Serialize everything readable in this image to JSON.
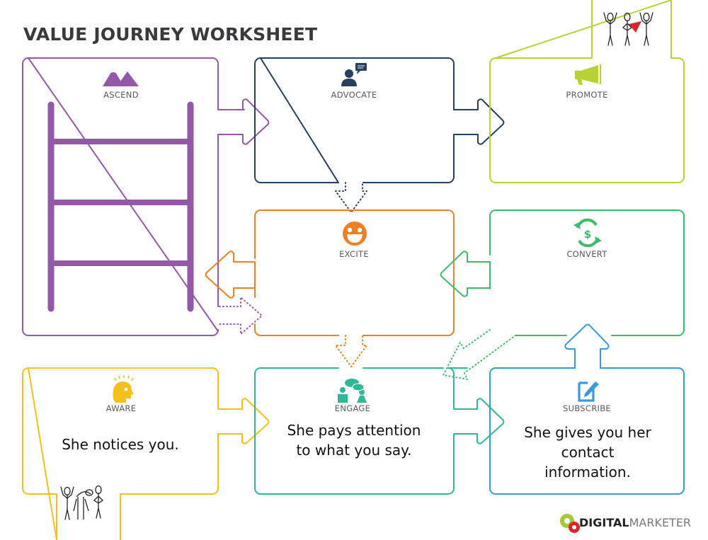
{
  "title": "VALUE JOURNEY WORKSHEET",
  "colors": {
    "ascend": "#9359a8",
    "advocate": "#26405e",
    "promote": "#b5d334",
    "excite": "#ee7f22",
    "convert": "#3dbb68",
    "aware": "#f2c11b",
    "engage": "#2fb896",
    "subscribe": "#3a9ad9",
    "label": "#58595b",
    "title": "#3a3a3c",
    "logo_red": "#d9262a",
    "logo_green": "#a3c93a"
  },
  "stages": [
    {
      "key": "ascend",
      "label": "ASCEND",
      "icon": "mountains-icon",
      "text": ""
    },
    {
      "key": "advocate",
      "label": "ADVOCATE",
      "icon": "person-speech-icon",
      "text": ""
    },
    {
      "key": "promote",
      "label": "PROMOTE",
      "icon": "megaphone-icon",
      "text": ""
    },
    {
      "key": "excite",
      "label": "EXCITE",
      "icon": "smiley-icon",
      "text": ""
    },
    {
      "key": "convert",
      "label": "CONVERT",
      "icon": "dollar-cycle-icon",
      "text": ""
    },
    {
      "key": "aware",
      "label": "AWARE",
      "icon": "head-lightbulb-icon",
      "text": "She notices you."
    },
    {
      "key": "engage",
      "label": "ENGAGE",
      "icon": "two-people-chat-icon",
      "text": "She pays attention to what you say."
    },
    {
      "key": "subscribe",
      "label": "SUBSCRIBE",
      "icon": "edit-square-icon",
      "text": "She gives you her contact information."
    }
  ],
  "notes": {
    "aware": [
      "She notices you."
    ],
    "engage": [
      "She pays attention",
      "to what you say."
    ],
    "subscribe": [
      "She gives you her",
      "contact",
      "information."
    ]
  },
  "logo": {
    "part1": "DIGITAL",
    "part2": "MARKETER"
  }
}
